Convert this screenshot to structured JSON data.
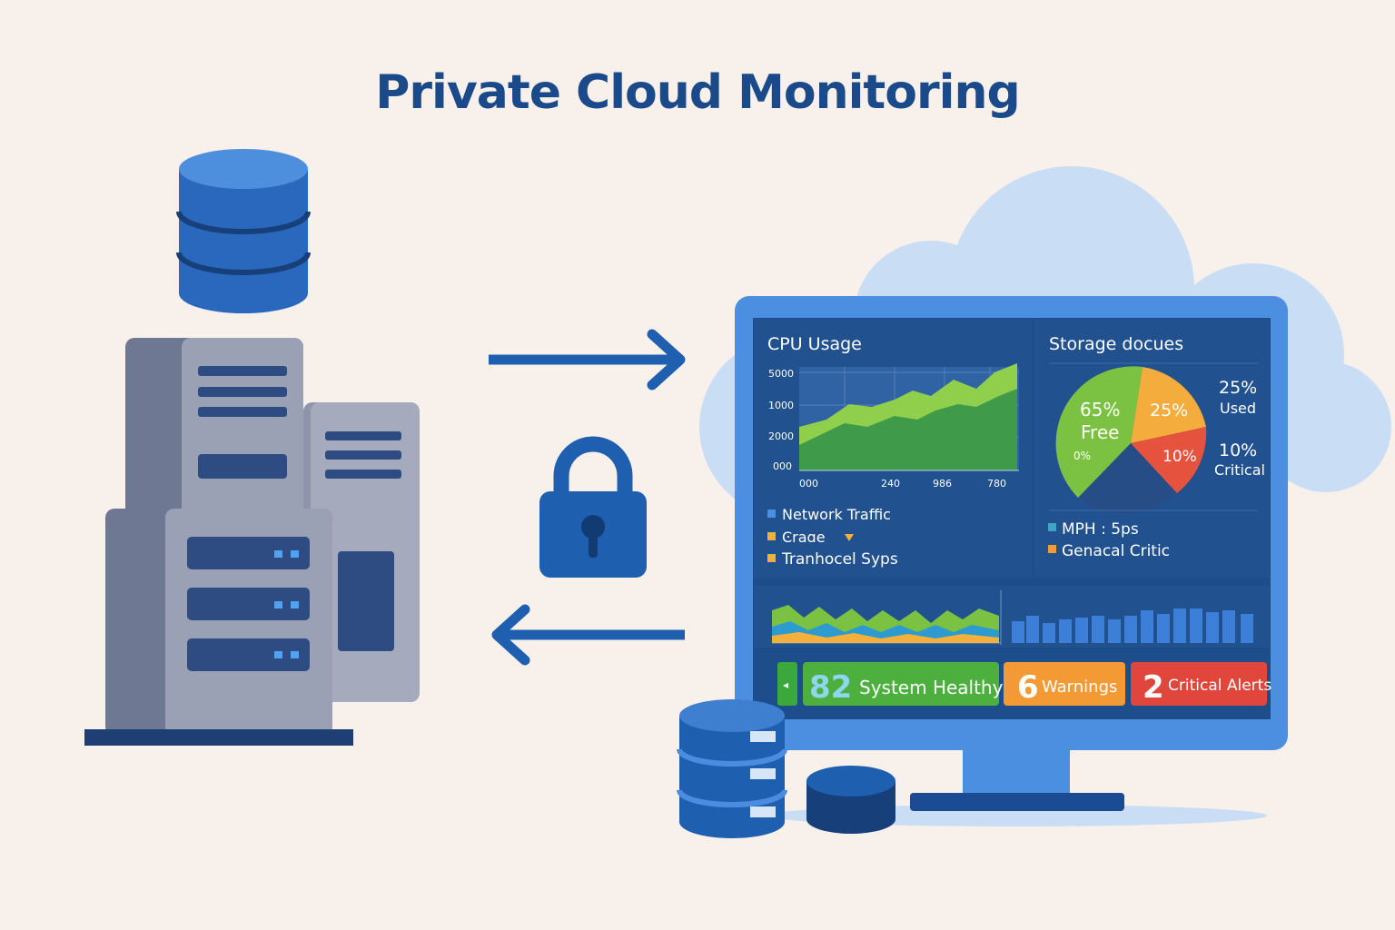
{
  "title": "Private Cloud Monitoring",
  "colors": {
    "background": "#f8f0eb",
    "primary_blue": "#1f5fb0",
    "navy": "#1b3f75",
    "server_gray": "#8b93a8",
    "cloud": "#c9def5",
    "green": "#5dbb3f",
    "orange": "#f39a35",
    "red": "#e24a3e",
    "teal": "#3aa7c4"
  },
  "icons": {
    "database": "database-icon",
    "servers": "server-rack-icon",
    "lock": "padlock-icon",
    "arrow_right": "arrow-right-icon",
    "arrow_left": "arrow-left-icon",
    "cloud": "cloud-icon",
    "monitor": "monitor-icon"
  },
  "dashboard": {
    "cpu": {
      "title": "CPU Usage",
      "y_ticks": [
        "5000",
        "1000",
        "2000",
        "000"
      ],
      "x_ticks": [
        "000",
        "240",
        "986",
        "780"
      ],
      "legend": [
        {
          "label": "Network Traffic",
          "color": "#4a90e2"
        },
        {
          "label": "Ͼraɑe",
          "color": "#f3b03a"
        },
        {
          "label": "Tranhocel Syps",
          "color": "#f3b03a"
        }
      ]
    },
    "storage": {
      "title": "Storage docues",
      "slices": [
        {
          "label": "65%",
          "sublabel": "Free",
          "value": 65,
          "color": "#7cc242"
        },
        {
          "label": "25%",
          "value": 25,
          "color": "#f4ad3d"
        },
        {
          "label": "10%",
          "value": 10,
          "color": "#e5533f"
        }
      ],
      "inner_small_label": "0%",
      "side_labels": [
        {
          "value": "25%",
          "text": "Used"
        },
        {
          "value": "10%",
          "text": "Critical"
        }
      ],
      "legend": [
        {
          "label": "MPH : 5ps",
          "color": "#3aa7c4"
        },
        {
          "label": "Genacal Critic",
          "color": "#f39a35"
        }
      ]
    },
    "status": [
      {
        "number": "82",
        "label": "System Healthy",
        "color": "#4caf3e"
      },
      {
        "number": "6",
        "label": "Warnings",
        "color": "#f39a35"
      },
      {
        "number": "2",
        "label": "Critical Alerts",
        "color": "#e0463c"
      }
    ]
  }
}
